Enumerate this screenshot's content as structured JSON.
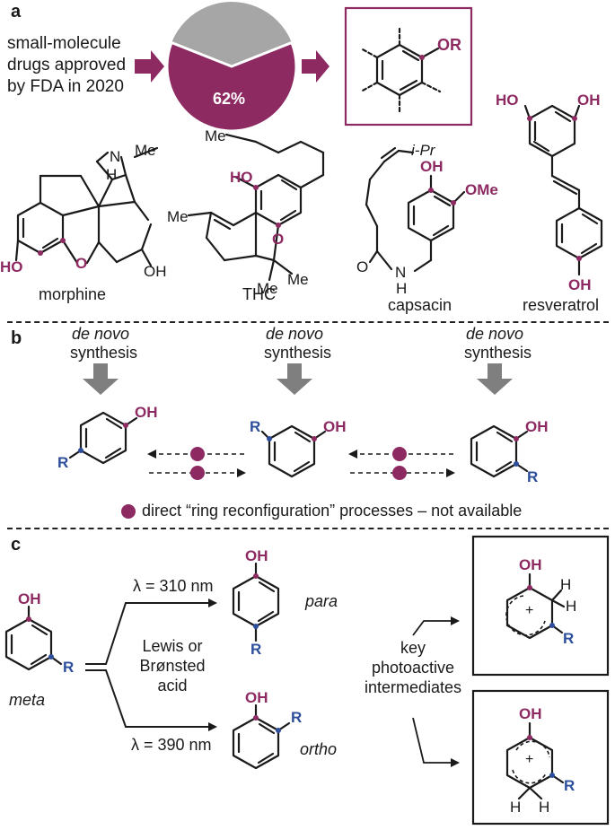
{
  "panels": {
    "a": "a",
    "b": "b",
    "c": "c"
  },
  "panel_a": {
    "drugs_line1": "small-molecule",
    "drugs_line2": "drugs approved",
    "drugs_line3": "by FDA in 2020",
    "pie_percent_label": "62%",
    "pie_fraction": 0.62,
    "pie_color_main": "#8e2a62",
    "pie_color_rest": "#a6a6a6",
    "box_substituent": "OR",
    "molecules": [
      {
        "name": "morphine"
      },
      {
        "name": "THC"
      },
      {
        "name": "capsacin"
      },
      {
        "name": "resveratrol"
      }
    ],
    "labels": {
      "me": "Me",
      "n": "N",
      "h": "H",
      "ho": "HO",
      "o": "O",
      "oh": "OH",
      "i_pr": "i-Pr",
      "ome": "OMe",
      "nh_h": "H"
    }
  },
  "panel_b": {
    "de_novo": "de novo",
    "synthesis": "synthesis",
    "oh": "OH",
    "r": "R",
    "legend": "direct “ring reconfiguration” processes – not available"
  },
  "panel_c": {
    "oh": "OH",
    "r": "R",
    "h": "H",
    "plus": "+",
    "meta": "meta",
    "para": "para",
    "ortho": "ortho",
    "lambda_top": "λ = 310 nm",
    "lambda_bottom": "λ = 390 nm",
    "acid_line1": "Lewis or",
    "acid_line2": "Brønsted",
    "acid_line3": "acid",
    "key_line1": "key",
    "key_line2": "photoactive",
    "key_line3": "intermediates"
  },
  "colors": {
    "accent": "#8e2a62",
    "substituent": "#2d4f9b",
    "arrow_gray": "#7f7f7f"
  }
}
